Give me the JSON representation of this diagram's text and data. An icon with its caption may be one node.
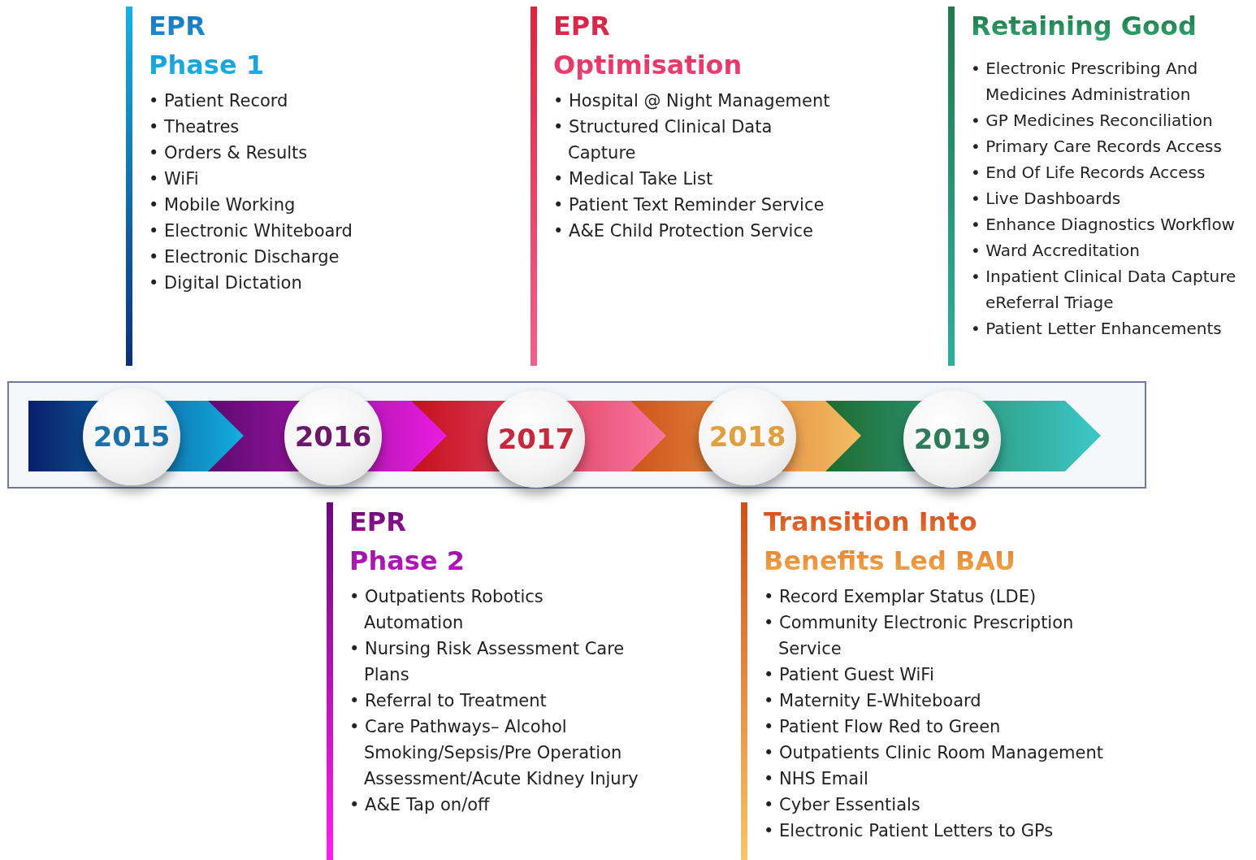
{
  "diagram": {
    "nodes": [
      {
        "text": [
          "EPR Phase 1",
          "• Patient Record",
          "• Theatres",
          "• Orders & Results",
          "• WiFi",
          "• Mobile Working",
          "• Electronic Whiteboard",
          "• Electronic Discharge",
          "• Digital Dictation"
        ]
      },
      {
        "text": [
          "EPR Optimisation",
          "• Hospital @ Night Management",
          "• Structured Clinical Data Capture",
          "• Medical Take List",
          "• Patient Text Reminder Service",
          "• A&E Child Protection Service"
        ]
      },
      {
        "text": [
          "Retaining Good",
          "• Electronic Prescribing And Medicines Administration",
          "• GP Medicines Reconciliation",
          "• Primary Care Records Access",
          "• End Of Life Records Access",
          "• Live Dashboards",
          "• Enhance Diagnostics Workflow",
          "• Ward Accreditation",
          "• Inpatient Clinical Data Capture eReferral Triage",
          "• Patient Letter Enhancements"
        ]
      },
      {
        "text": [
          "2015"
        ]
      },
      {
        "text": [
          "2016"
        ]
      },
      {
        "text": [
          "2017"
        ]
      },
      {
        "text": [
          "2018"
        ]
      },
      {
        "text": [
          "2019"
        ]
      },
      {
        "text": [
          "EPR Phase 2",
          "• Outpatients Robotics Automation",
          "• Nursing Risk Assessment Care Plans",
          "• Referral to Treatment",
          "• Care Pathways– Alcohol Smoking/Sepsis/Pre Operation Assessment/Acute Kidney Injury",
          "• A&E Tap on/off"
        ]
      },
      {
        "text": [
          "Transition Into Benefits Led BAU",
          "• Record Exemplar Status (LDE)",
          "• Community Electronic Prescription Service",
          "• Patient Guest WiFi",
          "• Maternity E-Whiteboard",
          "• Patient Flow Red to Green",
          "• Outpatients Clinic Room Management",
          "• NHS Email",
          "• Cyber Essentials",
          "• Electronic Patient Letters to GPs"
        ]
      }
    ]
  }
}
